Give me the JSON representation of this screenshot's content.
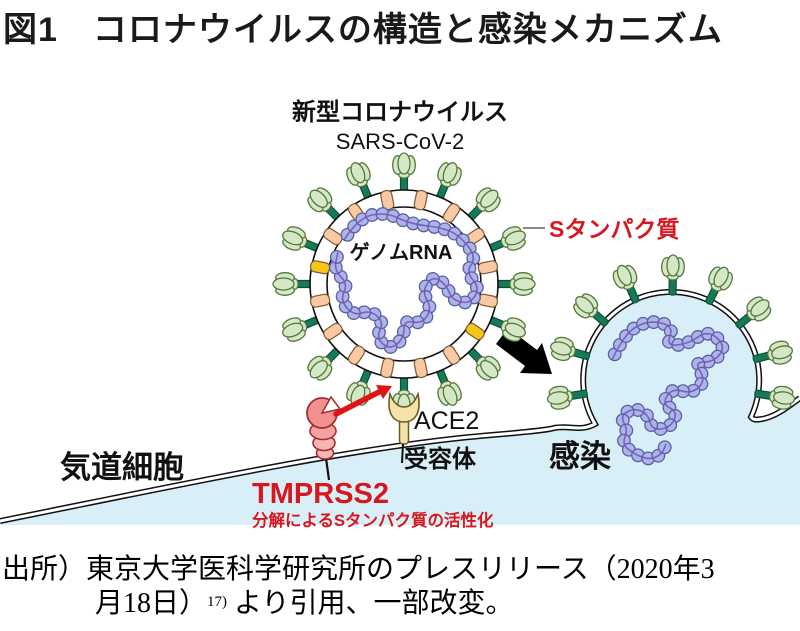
{
  "title": "図1　コロナウイルスの構造と感染メカニズム",
  "diagram": {
    "virus_name_jp": "新型コロナウイルス",
    "virus_name_en": "SARS-CoV-2",
    "genome_label": "ゲノムRNA",
    "spike_label": "Sタンパク質",
    "ace2_label": "ACE2",
    "receptor_label": "受容体",
    "airway_cell_label": "気道細胞",
    "tmprss2_label": "TMPRSS2",
    "tmprss2_note": "分解によるSタンパク質の活性化",
    "infection_label": "感染",
    "icons": {
      "infection_arrow": "black-thick-arrow-down-right",
      "cleavage_arrow": "red-arrow-up-right",
      "spike_pointer": "gray-leader-line"
    },
    "colors": {
      "accent_red": "#d7171f",
      "cell_fill": "#d9eff7",
      "spike_head": "#d4e8c6",
      "spike_stem": "#157a56",
      "membrane_protein": "#f8c9a2",
      "e_protein_yellow": "#f5c518",
      "rna_bead": "#a9b6e6",
      "rna_line": "#7b52b8",
      "tmprss2_pink": "#f2908f",
      "ace2_yellow": "#f5e2a8"
    }
  },
  "caption": {
    "line1": "出所）東京大学医科学研究所のプレスリリース（2020年3",
    "line2_pre": "月18日）",
    "line2_sup": "17)",
    "line2_post": "より引用、一部改変。"
  }
}
